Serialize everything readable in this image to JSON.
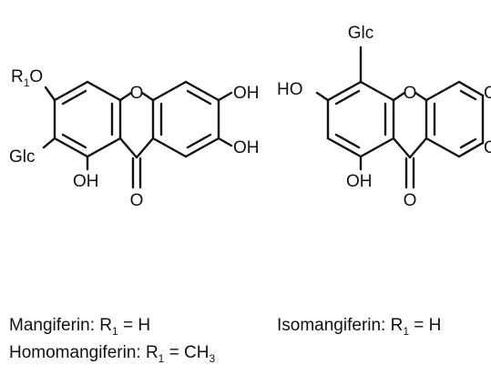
{
  "colors": {
    "ink": "#111111",
    "background": "#ffffff"
  },
  "left_structure": {
    "r1o_label": {
      "r": "R",
      "sub": "1",
      "o": "O"
    },
    "ring_oxygen": "O",
    "oh_top_right": "OH",
    "oh_bottom_right": "OH",
    "glc_label": "Glc",
    "oh_bottom": "OH",
    "carbonyl_o": "O"
  },
  "right_structure": {
    "glc_label": "Glc",
    "ho_label": "HO",
    "ring_oxygen": "O",
    "oh_top_right": "OH",
    "oh_bottom_right": "OH",
    "oh_bottom": "OH",
    "carbonyl_o": "O"
  },
  "captions": {
    "mangiferin": {
      "name": "Mangiferin: R",
      "sub": "1",
      "rest": " = H"
    },
    "homomangiferin": {
      "name": "Homomangiferin: R",
      "sub": "1",
      "rest": " = CH",
      "sub2": "3"
    },
    "isomangiferin": {
      "name": "Isomangiferin: R",
      "sub": "1",
      "rest": " = H"
    }
  }
}
